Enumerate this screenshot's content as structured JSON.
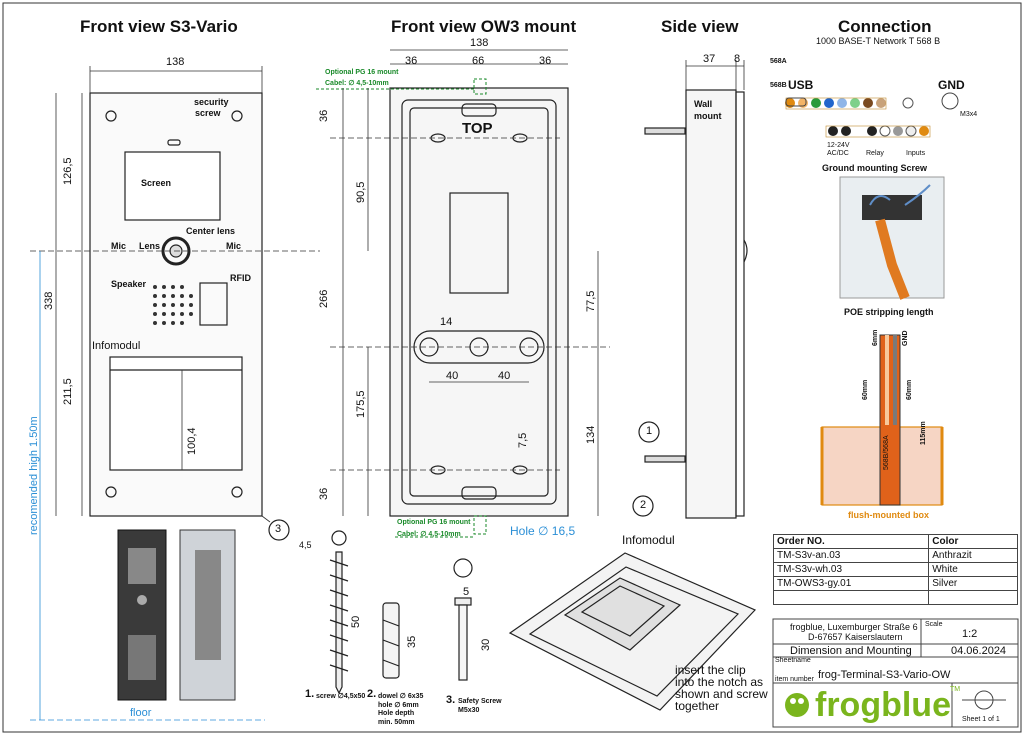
{
  "titles": {
    "front_s3": "Front view S3-Vario",
    "front_ow3": "Front view OW3 mount",
    "side": "Side view",
    "connection": "Connection"
  },
  "front_s3": {
    "dims": {
      "width": "138",
      "h1": "126,5",
      "h2": "338",
      "h3": "211,5",
      "info": "100,4"
    },
    "labels": {
      "security": "security",
      "screw": "screw",
      "screen": "Screen",
      "center_lens": "Center lens",
      "mic_left": "Mic",
      "lens": "Lens",
      "mic_right": "Mic",
      "speaker": "Speaker",
      "rfid": "RFID",
      "infomodul": "Infomodul"
    },
    "recommended": "recomended high 1.50m",
    "floor": "floor",
    "callout": "3"
  },
  "front_ow3": {
    "dims": {
      "width": "138",
      "w1": "36",
      "w2": "66",
      "w3": "36",
      "v1": "36",
      "v2": "90,5",
      "v3": "266",
      "v4": "175,5",
      "v5": "36",
      "r1": "77,5",
      "r2": "134",
      "h1": "40",
      "h2": "40",
      "d1": "14",
      "d2": "7,5"
    },
    "top": "TOP",
    "pg_top_line1": "Optional PG 16 mount",
    "pg_top_line2": "Cabel: ∅ 4,5-10mm",
    "pg_bot_line1": "Optional PG 16 mount",
    "pg_bot_line2": "Cabel: ∅ 4,5-10mm",
    "hole": "Hole ∅ 16,5"
  },
  "side": {
    "dims": {
      "d1": "37",
      "d2": "8"
    },
    "wall": "Wall",
    "mount": "mount",
    "c1": "1",
    "c2": "2"
  },
  "connection": {
    "subtitle": "1000 BASE-T Network T 568 B",
    "row_a": "568A",
    "row_b": "568B",
    "usb": "USB",
    "gnd": "GND",
    "m3": "M3x4",
    "power": "12-24V",
    "acdc": "AC/DC",
    "relay": "Relay",
    "inputs": "Inputs",
    "ground_screw": "Ground mounting Screw",
    "poe": "POE stripping length",
    "m6": "6mm",
    "gnd2": "GND",
    "m60a": "60mm",
    "m60b": "60mm",
    "m115": "115mm",
    "cable_label": "568B/568A",
    "flush": "flush-mounted box"
  },
  "hardware": {
    "d45": "4,5",
    "d50": "50",
    "d35": "35",
    "d5": "5",
    "d30": "30",
    "screw_num": "1.",
    "screw": "screw ∅4,5x50",
    "dowel_num": "2.",
    "dowel": "dowel ∅ 6x35",
    "dowel_l2": "hole ∅ 6mm",
    "dowel_l3": "Hole depth",
    "dowel_l4": "min. 50mm",
    "safety_num": "3.",
    "safety": "Safety Screw",
    "safety_l2": "M5x30"
  },
  "iso": {
    "infomodul": "Infomodul",
    "clip1": "insert the clip",
    "clip2": "into the notch as",
    "clip3": "shown and screw",
    "clip4": "together"
  },
  "orders": {
    "header": [
      "Order NO.",
      "Color"
    ],
    "rows": [
      [
        "TM-S3v-an.03",
        "Anthrazit"
      ],
      [
        "TM-S3v-wh.03",
        "White"
      ],
      [
        "TM-OWS3-gy.01",
        "Silver"
      ]
    ]
  },
  "titleblock": {
    "address1": "frogblue, Luxemburger Straße 6",
    "address2": "D-67657 Kaiserslautern",
    "scale_label": "Scale",
    "scale": "1:2",
    "sheetname": "Dimension and Mounting",
    "sheetname_label": "Sheetname",
    "date": "04.06.2024",
    "item": "frog-Terminal-S3-Vario-OW",
    "item_label": "item number",
    "brand": "frogblue",
    "tm": "TM",
    "sheet": "Sheet 1 of 1"
  },
  "colors": {
    "green": "#1a8a2a",
    "blue": "#2b8fd6",
    "orange": "#e08a10",
    "brand": "#7ab51d"
  }
}
